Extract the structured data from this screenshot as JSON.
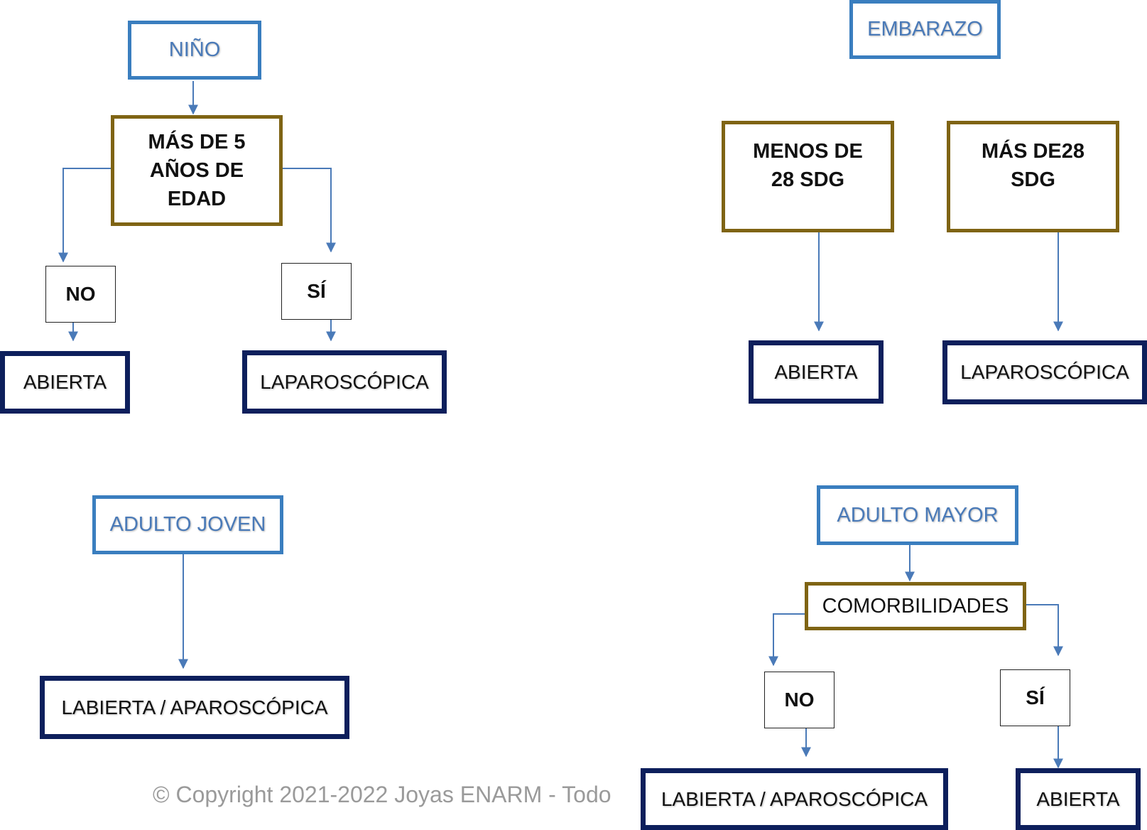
{
  "colors": {
    "category_border": "#3a7ebf",
    "category_text": "#4a7ab8",
    "question_border": "#7f6414",
    "result_border": "#0d1f5c",
    "connector": "#4a7ab8"
  },
  "nino": {
    "title": "NIÑO",
    "question": "MÁS DE 5\nAÑOS DE\nEDAD",
    "no": "NO",
    "si": "SÍ",
    "result_no": "ABIERTA",
    "result_si": "LAPAROSCÓPICA"
  },
  "embarazo": {
    "title": "EMBARAZO",
    "option_1": "MENOS DE\n28 SDG",
    "option_2": "MÁS DE28\nSDG",
    "result_1": "ABIERTA",
    "result_2": "LAPAROSCÓPICA"
  },
  "adulto_joven": {
    "title": "ADULTO JOVEN",
    "result": "LABIERTA / APAROSCÓPICA"
  },
  "adulto_mayor": {
    "title": "ADULTO MAYOR",
    "question": "COMORBILIDADES",
    "no": "NO",
    "si": "SÍ",
    "result_no": "LABIERTA / APAROSCÓPICA",
    "result_si": "ABIERTA"
  },
  "footer": "© Copyright 2021-2022 Joyas ENARM  - Todo"
}
